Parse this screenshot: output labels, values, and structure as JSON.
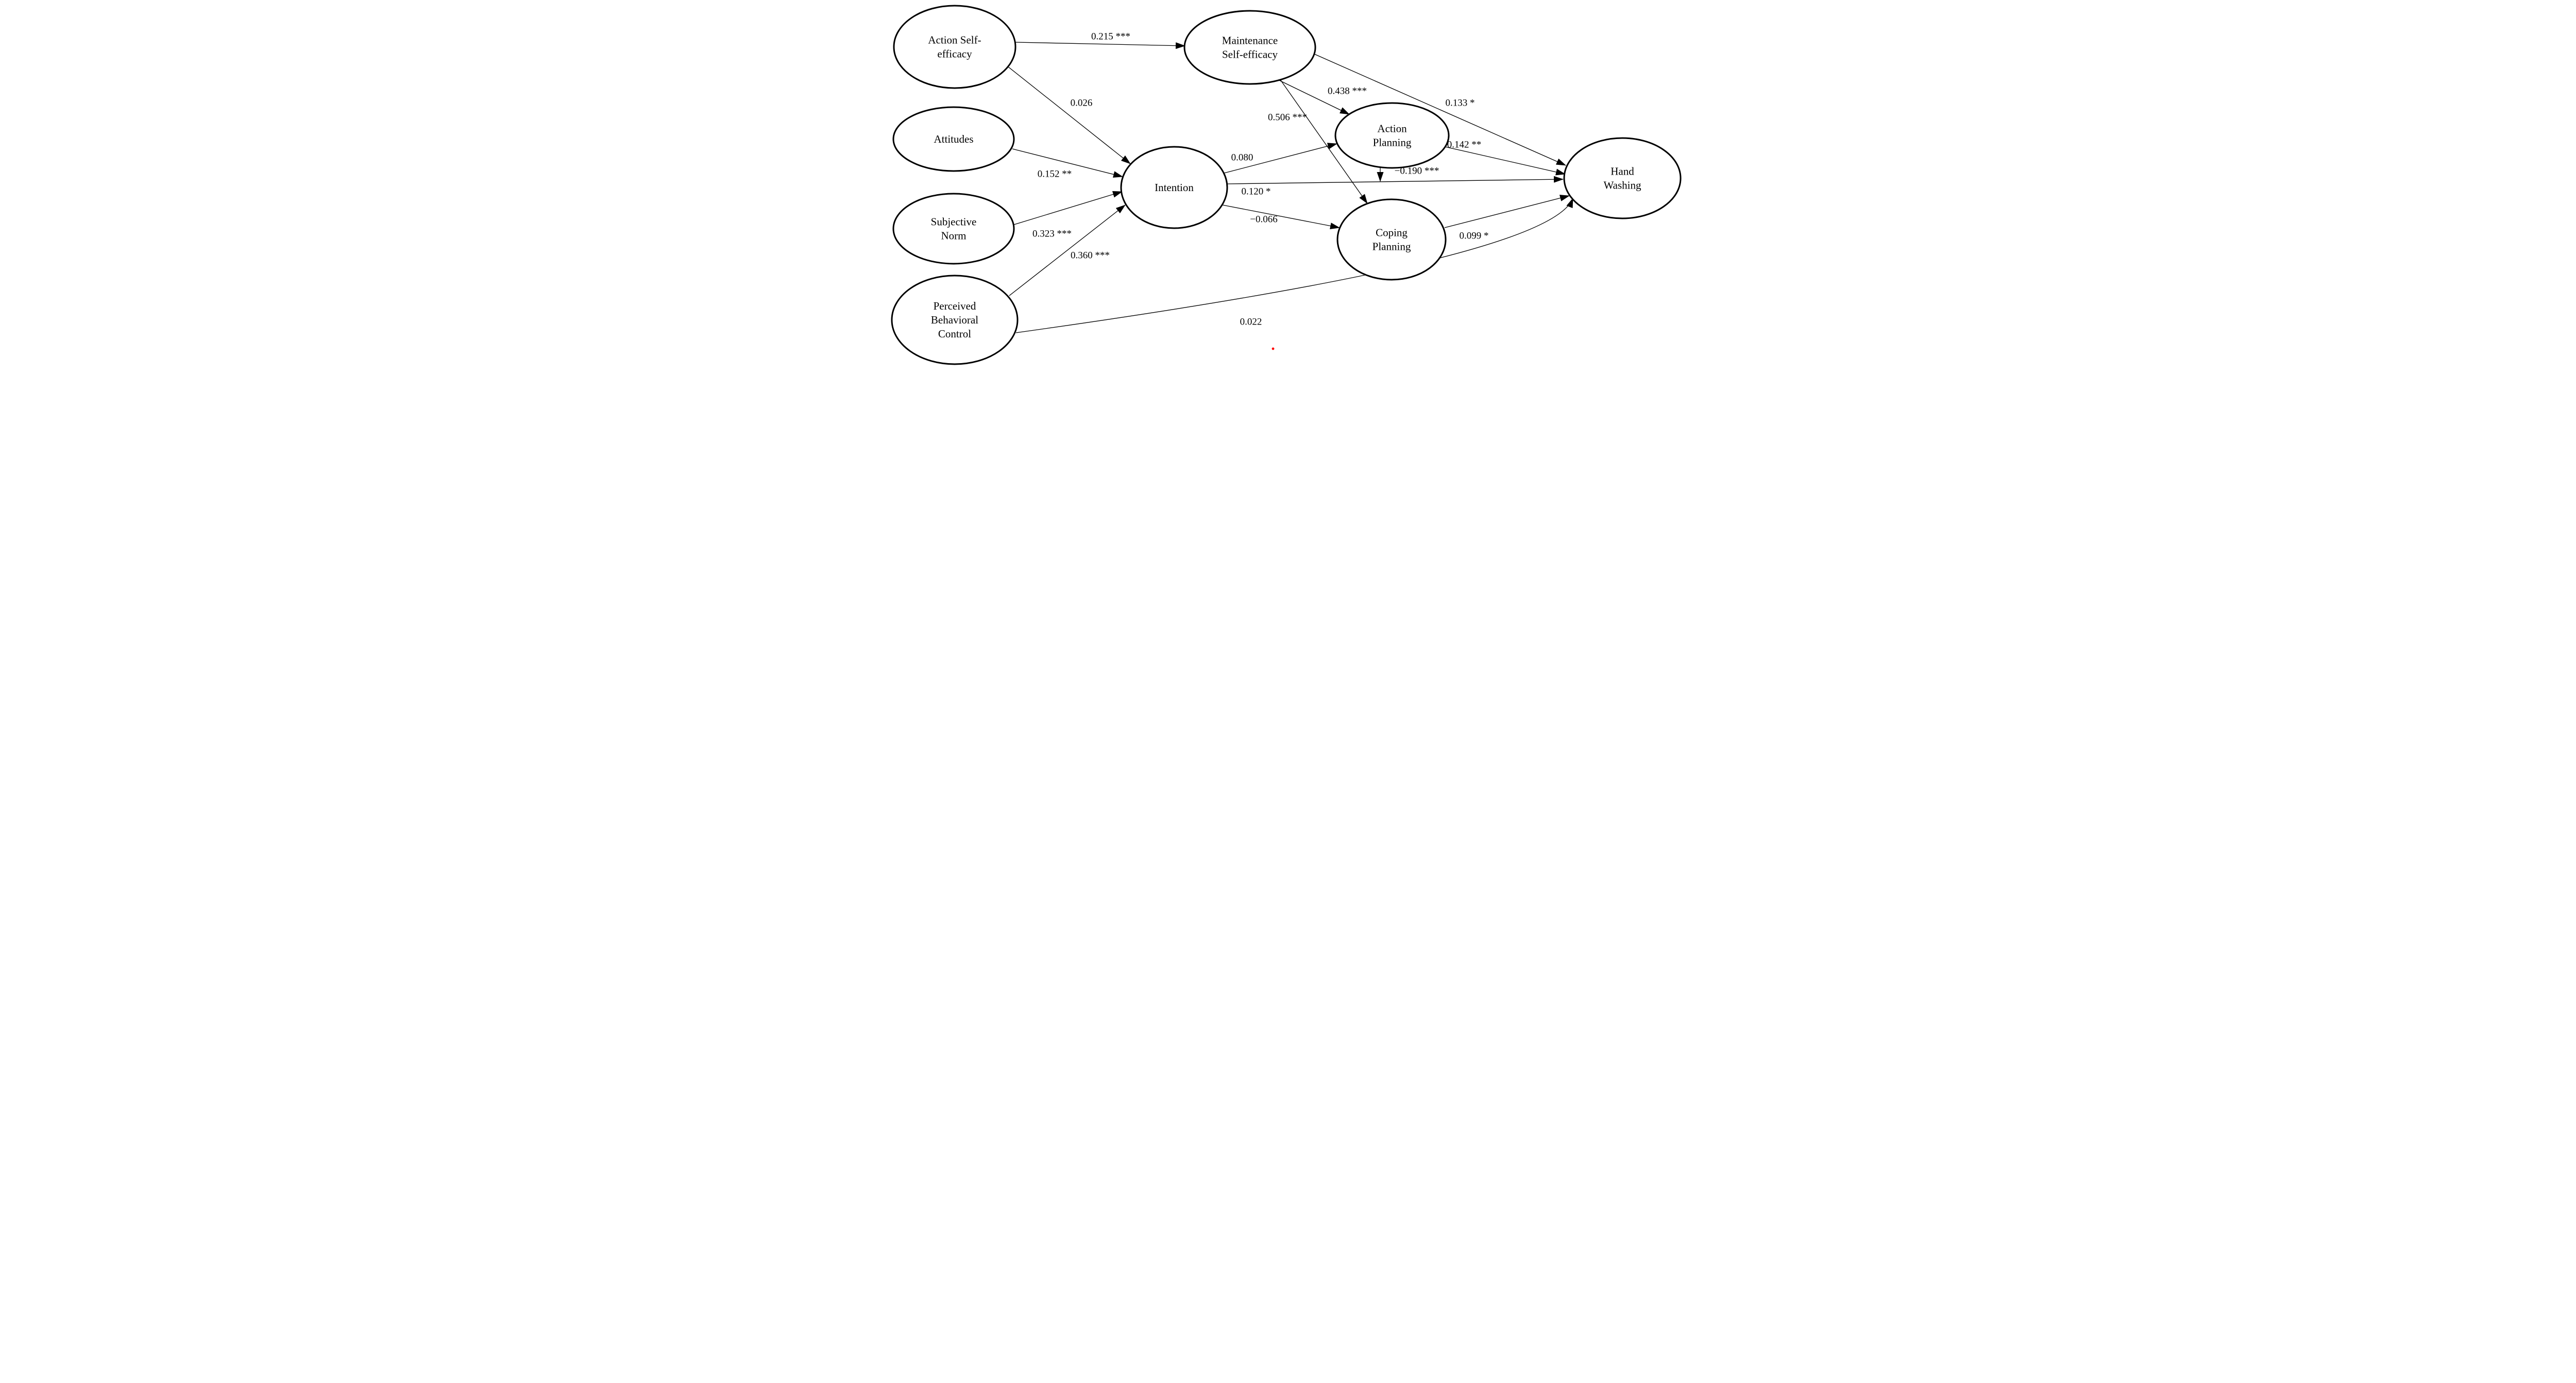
{
  "figure": {
    "type": "structural-equation-model-path-diagram",
    "nodes": [
      {
        "id": "ase",
        "label": [
          "Action Self-",
          "efficacy"
        ]
      },
      {
        "id": "att",
        "label": [
          "Attitudes"
        ]
      },
      {
        "id": "sn",
        "label": [
          "Subjective",
          "Norm"
        ]
      },
      {
        "id": "pbc",
        "label": [
          "Perceived",
          "Behavioral",
          "Control"
        ]
      },
      {
        "id": "mse",
        "label": [
          "Maintenance",
          "Self-efficacy"
        ]
      },
      {
        "id": "int",
        "label": [
          "Intention"
        ]
      },
      {
        "id": "ap",
        "label": [
          "Action",
          "Planning"
        ]
      },
      {
        "id": "cp",
        "label": [
          "Coping",
          "Planning"
        ]
      },
      {
        "id": "hw",
        "label": [
          "Hand",
          "Washing"
        ]
      }
    ],
    "paths": [
      {
        "id": "ase-mse",
        "from": "ase",
        "to": "mse",
        "coefficient": "0.215 ***"
      },
      {
        "id": "ase-int",
        "from": "ase",
        "to": "int",
        "coefficient": "0.026"
      },
      {
        "id": "att-int",
        "from": "att",
        "to": "int",
        "coefficient": "0.152 **"
      },
      {
        "id": "sn-int",
        "from": "sn",
        "to": "int",
        "coefficient": "0.323 ***"
      },
      {
        "id": "pbc-int",
        "from": "pbc",
        "to": "int",
        "coefficient": "0.360 ***"
      },
      {
        "id": "mse-ap",
        "from": "mse",
        "to": "ap",
        "coefficient": "0.438 ***"
      },
      {
        "id": "mse-cp",
        "from": "mse",
        "to": "cp",
        "coefficient": "0.506 ***"
      },
      {
        "id": "mse-hw",
        "from": "mse",
        "to": "hw",
        "coefficient": "0.133 *"
      },
      {
        "id": "int-ap",
        "from": "int",
        "to": "ap",
        "coefficient": "0.080"
      },
      {
        "id": "int-hw",
        "from": "int",
        "to": "hw",
        "coefficient": "0.120 *"
      },
      {
        "id": "int-cp",
        "from": "int",
        "to": "cp",
        "coefficient": "−0.066"
      },
      {
        "id": "ap-hw",
        "from": "ap",
        "to": "hw",
        "coefficient": "0.142 **"
      },
      {
        "id": "ap-inthw",
        "from": "ap",
        "to": "int-hw-line",
        "coefficient": "−0.190 ***"
      },
      {
        "id": "cp-hw",
        "from": "cp",
        "to": "hw",
        "coefficient": "0.099 *"
      },
      {
        "id": "pbc-hw",
        "from": "pbc",
        "to": "hw",
        "coefficient": "0.022"
      }
    ],
    "stray_mark": {
      "color": "#ff0000"
    }
  }
}
